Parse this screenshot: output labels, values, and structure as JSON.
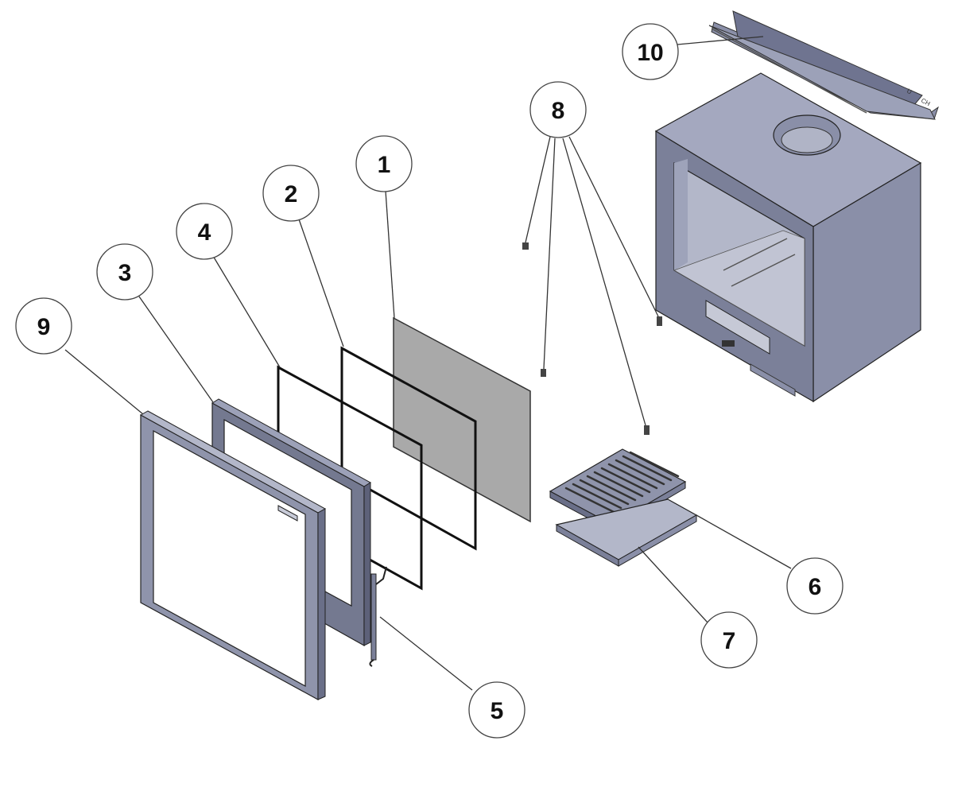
{
  "diagram": {
    "type": "exploded-parts-diagram",
    "subject": "fireplace insert",
    "colors": {
      "steel": "#9ca1b8",
      "steel_dark": "#6f7490",
      "steel_mid": "#8a8fa8",
      "steel_light": "#b8bccd",
      "glass": "#a9a9a9",
      "outline": "#111111",
      "leader": "#333333"
    },
    "parts": [
      {
        "id": "1",
        "name": "glass-panel"
      },
      {
        "id": "2",
        "name": "glass-gasket"
      },
      {
        "id": "3",
        "name": "inner-door-frame"
      },
      {
        "id": "4",
        "name": "door-seal"
      },
      {
        "id": "5",
        "name": "door-handle"
      },
      {
        "id": "6",
        "name": "grate"
      },
      {
        "id": "7",
        "name": "ash-pan"
      },
      {
        "id": "8",
        "name": "glass-clips"
      },
      {
        "id": "9",
        "name": "outer-door-frame"
      },
      {
        "id": "10",
        "name": "baffle-plate"
      }
    ],
    "part_markings": [
      "U",
      "CH"
    ]
  }
}
